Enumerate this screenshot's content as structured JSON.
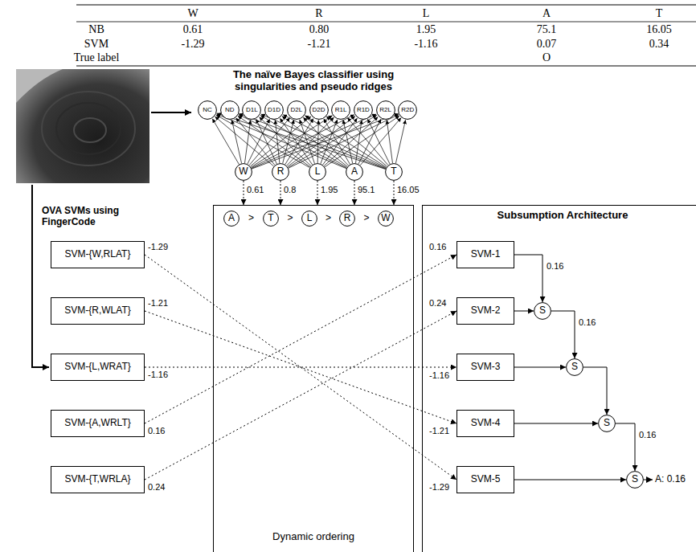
{
  "diagram": {
    "nodes": [
      {
        "text": [
          "NC"
        ]
      },
      {
        "text": [
          "ND"
        ]
      },
      {
        "text": [
          "D1L"
        ]
      },
      {
        "text": [
          "D1D"
        ]
      },
      {
        "text": [
          "D2L"
        ]
      },
      {
        "text": [
          "D2D"
        ]
      },
      {
        "text": [
          "R1L"
        ]
      },
      {
        "text": [
          "R1D"
        ]
      },
      {
        "text": [
          "R2L"
        ]
      },
      {
        "text": [
          "R2D"
        ]
      },
      {
        "text": [
          "W"
        ]
      },
      {
        "text": [
          "R"
        ]
      },
      {
        "text": [
          "L"
        ]
      },
      {
        "text": [
          "A"
        ]
      },
      {
        "text": [
          "T"
        ]
      },
      {
        "text": [
          "SVM-{W,RLAT}"
        ]
      },
      {
        "text": [
          "SVM-{R,WLAT}"
        ]
      },
      {
        "text": [
          "SVM-{L,WRAT}"
        ]
      },
      {
        "text": [
          "SVM-{A,WRLT}"
        ]
      },
      {
        "text": [
          "SVM-{T,WRLA}"
        ]
      },
      {
        "text": [
          "Dynamic ordering"
        ]
      },
      {
        "text": [
          "A"
        ],
        "in": 20
      },
      {
        "text": [
          "T"
        ],
        "in": 20
      },
      {
        "text": [
          "L"
        ],
        "in": 20
      },
      {
        "text": [
          "R"
        ],
        "in": 20
      },
      {
        "text": [
          "W"
        ],
        "in": 20
      },
      {
        "text": [
          "Subsumption Architecture"
        ]
      },
      {
        "text": [
          "SVM-1"
        ],
        "in": 26
      },
      {
        "text": [
          "SVM-2"
        ],
        "in": 26
      },
      {
        "text": [
          "SVM-3"
        ],
        "in": 26
      },
      {
        "text": [
          "SVM-4"
        ],
        "in": 26
      },
      {
        "text": [
          "SVM-5"
        ],
        "in": 26
      },
      {
        "text": [
          "S"
        ],
        "in": 26
      },
      {
        "text": [
          "S"
        ],
        "in": 26
      },
      {
        "text": [
          "S"
        ],
        "in": 26
      },
      {
        "text": [
          "S"
        ],
        "in": 26
      }
    ],
    "edges": [
      {
        "from": 10,
        "to": 0,
        "arrow": "to"
      },
      {
        "from": 10,
        "to": 1,
        "arrow": "to"
      },
      {
        "from": 10,
        "to": 2,
        "arrow": "to"
      },
      {
        "from": 10,
        "to": 3,
        "arrow": "to"
      },
      {
        "from": 10,
        "to": 4,
        "arrow": "to"
      },
      {
        "from": 10,
        "to": 5,
        "arrow": "to"
      },
      {
        "from": 10,
        "to": 6,
        "arrow": "to"
      },
      {
        "from": 10,
        "to": 7,
        "arrow": "to"
      },
      {
        "from": 10,
        "to": 8,
        "arrow": "to"
      },
      {
        "from": 10,
        "to": 9,
        "arrow": "to"
      },
      {
        "from": 11,
        "to": 0,
        "arrow": "to"
      },
      {
        "from": 11,
        "to": 1,
        "arrow": "to"
      },
      {
        "from": 11,
        "to": 2,
        "arrow": "to"
      },
      {
        "from": 11,
        "to": 3,
        "arrow": "to"
      },
      {
        "from": 11,
        "to": 4,
        "arrow": "to"
      },
      {
        "from": 11,
        "to": 5,
        "arrow": "to"
      },
      {
        "from": 11,
        "to": 6,
        "arrow": "to"
      },
      {
        "from": 11,
        "to": 7,
        "arrow": "to"
      },
      {
        "from": 11,
        "to": 8,
        "arrow": "to"
      },
      {
        "from": 11,
        "to": 9,
        "arrow": "to"
      },
      {
        "from": 12,
        "to": 0,
        "arrow": "to"
      },
      {
        "from": 12,
        "to": 1,
        "arrow": "to"
      },
      {
        "from": 12,
        "to": 2,
        "arrow": "to"
      },
      {
        "from": 12,
        "to": 3,
        "arrow": "to"
      },
      {
        "from": 12,
        "to": 4,
        "arrow": "to"
      },
      {
        "from": 12,
        "to": 5,
        "arrow": "to"
      },
      {
        "from": 12,
        "to": 6,
        "arrow": "to"
      },
      {
        "from": 12,
        "to": 7,
        "arrow": "to"
      },
      {
        "from": 12,
        "to": 8,
        "arrow": "to"
      },
      {
        "from": 12,
        "to": 9,
        "arrow": "to"
      },
      {
        "from": 13,
        "to": 0,
        "arrow": "to"
      },
      {
        "from": 13,
        "to": 1,
        "arrow": "to"
      },
      {
        "from": 13,
        "to": 2,
        "arrow": "to"
      },
      {
        "from": 13,
        "to": 3,
        "arrow": "to"
      },
      {
        "from": 13,
        "to": 4,
        "arrow": "to"
      },
      {
        "from": 13,
        "to": 5,
        "arrow": "to"
      },
      {
        "from": 13,
        "to": 6,
        "arrow": "to"
      },
      {
        "from": 13,
        "to": 7,
        "arrow": "to"
      },
      {
        "from": 13,
        "to": 8,
        "arrow": "to"
      },
      {
        "from": 13,
        "to": 9,
        "arrow": "to"
      },
      {
        "from": 14,
        "to": 0,
        "arrow": "to"
      },
      {
        "from": 14,
        "to": 1,
        "arrow": "to"
      },
      {
        "from": 14,
        "to": 2,
        "arrow": "to"
      },
      {
        "from": 14,
        "to": 3,
        "arrow": "to"
      },
      {
        "from": 14,
        "to": 4,
        "arrow": "to"
      },
      {
        "from": 14,
        "to": 5,
        "arrow": "to"
      },
      {
        "from": 14,
        "to": 6,
        "arrow": "to"
      },
      {
        "from": 14,
        "to": 7,
        "arrow": "to"
      },
      {
        "from": 14,
        "to": 8,
        "arrow": "to"
      },
      {
        "from": 14,
        "to": 9,
        "arrow": "to"
      },
      {
        "from": 10,
        "to": 20,
        "label": "0.61",
        "arrow": "to"
      },
      {
        "from": 11,
        "to": 20,
        "label": "0.8",
        "arrow": "to"
      },
      {
        "from": 12,
        "to": 20,
        "label": "1.95",
        "arrow": "to"
      },
      {
        "from": 13,
        "to": 20,
        "label": "95.1",
        "arrow": "to"
      },
      {
        "from": 14,
        "to": 20,
        "label": "16.05",
        "arrow": "to"
      },
      {
        "from": 15,
        "to": 31,
        "label": "-1.29",
        "arrow": "to"
      },
      {
        "from": 16,
        "to": 30,
        "label": "-1.21",
        "arrow": "to"
      },
      {
        "from": 17,
        "to": 29,
        "label": "-1.16",
        "arrow": "to"
      },
      {
        "from": 18,
        "to": 27,
        "label": "0.16",
        "arrow": "to"
      },
      {
        "from": 19,
        "to": 28,
        "label": "0.24",
        "arrow": "to"
      },
      {
        "from": 27,
        "to": 32,
        "label": "0.16",
        "arrow": "to"
      },
      {
        "from": 28,
        "to": 32,
        "arrow": "to"
      },
      {
        "from": 32,
        "to": 33,
        "label": "0.16",
        "arrow": "to"
      },
      {
        "from": 29,
        "to": 33,
        "arrow": "to"
      },
      {
        "from": 33,
        "to": 34,
        "arrow": "to"
      },
      {
        "from": 30,
        "to": 34,
        "arrow": "to"
      },
      {
        "from": 34,
        "to": 35,
        "label": "0.16",
        "arrow": "to"
      },
      {
        "from": 31,
        "to": 35,
        "arrow": "to"
      }
    ],
    "labels": [
      "W",
      "R",
      "L",
      "A",
      "T",
      "NB",
      "0.61",
      "0.80",
      "1.95",
      "75.1",
      "16.05",
      "SVM",
      "-1.29",
      "-1.21",
      "-1.16",
      "0.07",
      "0.34",
      "True label",
      "O",
      "The naïve Bayes classifier using singularities and pseudo ridges",
      "OVA SVMs using FingerCode",
      ">",
      ">",
      ">",
      ">",
      "0.16",
      "0.24",
      "-1.16",
      "-1.21",
      "-1.29",
      "A: 0.16"
    ]
  }
}
